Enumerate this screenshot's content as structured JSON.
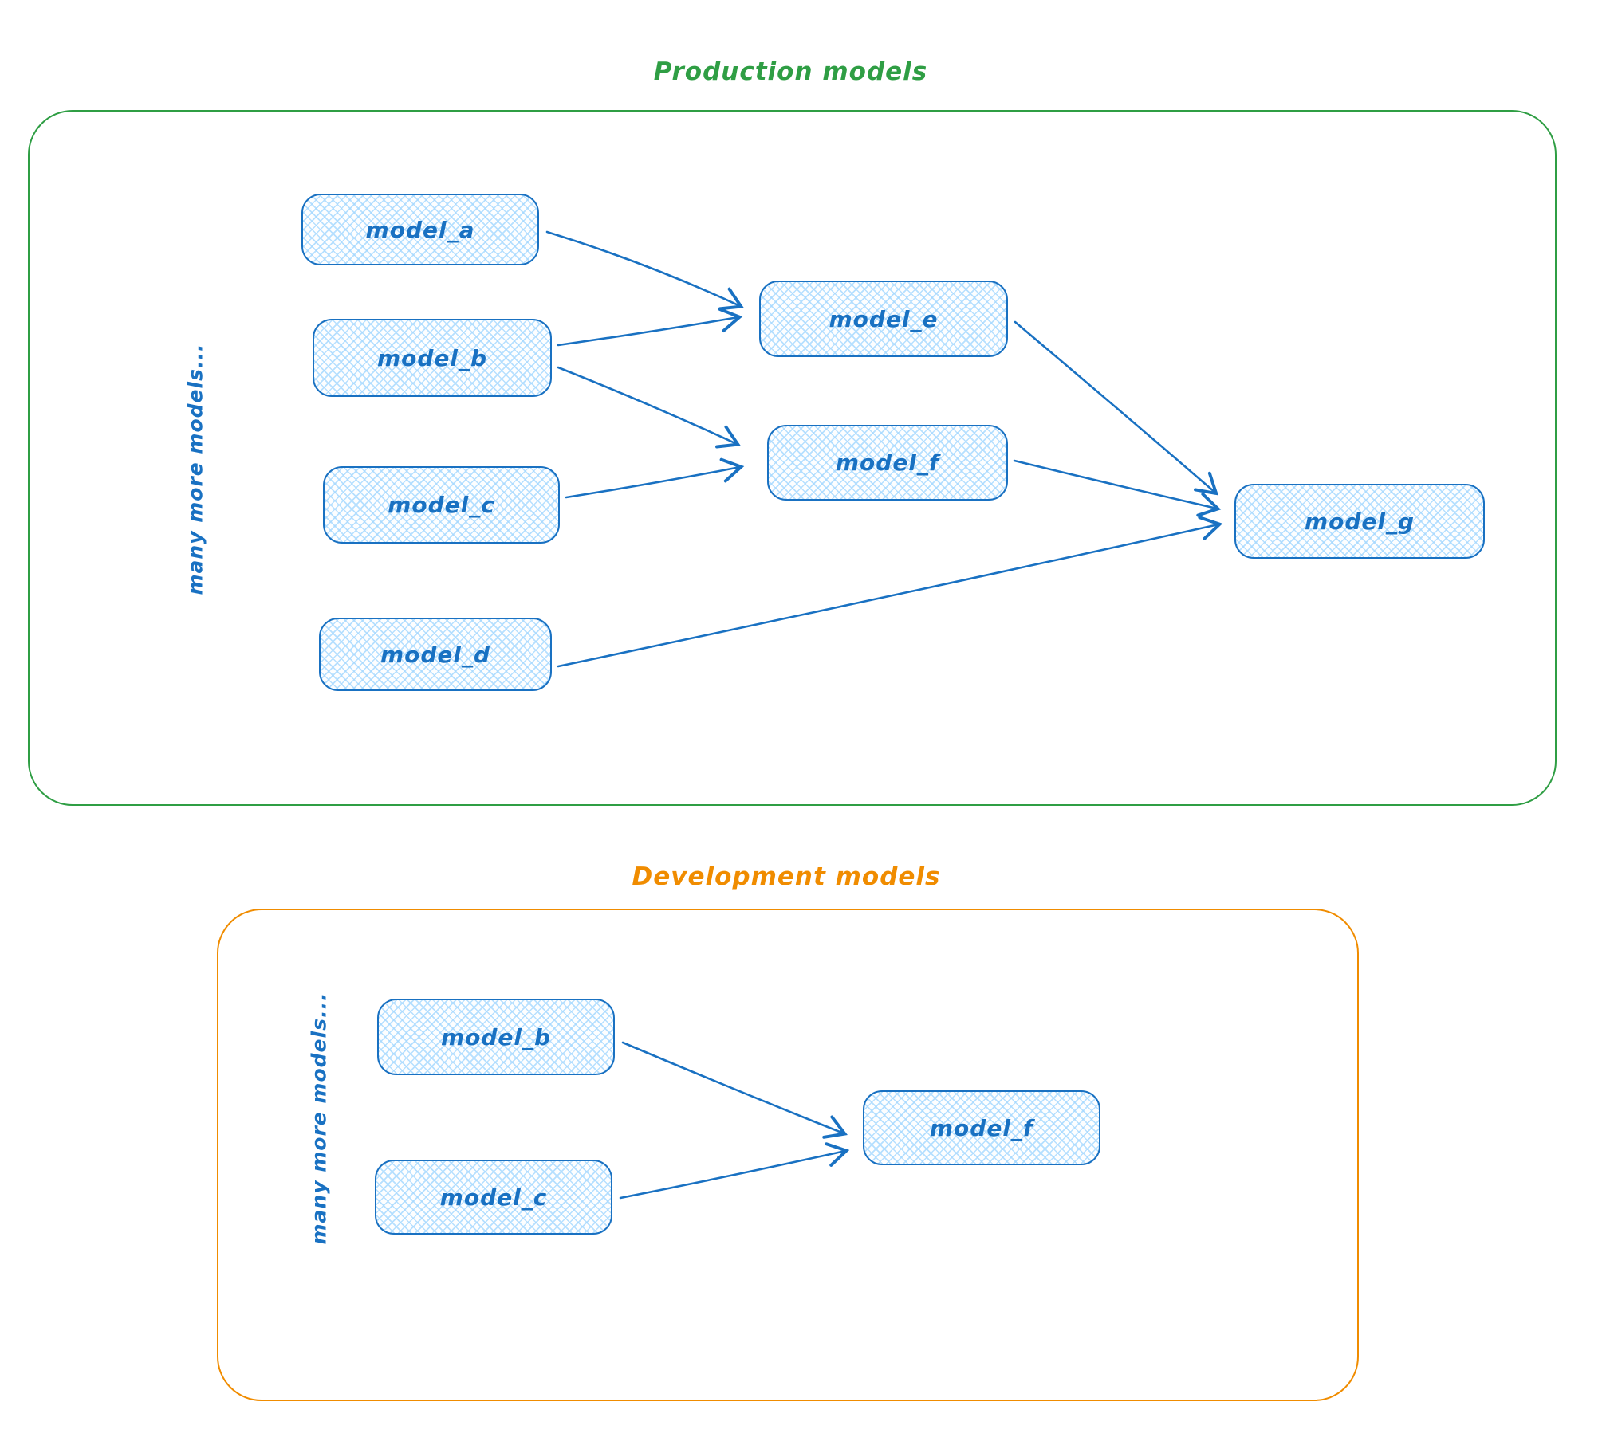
{
  "production": {
    "title": "Production models",
    "side_note": "many more models...",
    "nodes": [
      {
        "id": "model_a",
        "label": "model_a"
      },
      {
        "id": "model_b",
        "label": "model_b"
      },
      {
        "id": "model_c",
        "label": "model_c"
      },
      {
        "id": "model_d",
        "label": "model_d"
      },
      {
        "id": "model_e",
        "label": "model_e"
      },
      {
        "id": "model_f",
        "label": "model_f"
      },
      {
        "id": "model_g",
        "label": "model_g"
      }
    ],
    "edges": [
      {
        "from": "model_a",
        "to": "model_e"
      },
      {
        "from": "model_b",
        "to": "model_e"
      },
      {
        "from": "model_b",
        "to": "model_f"
      },
      {
        "from": "model_c",
        "to": "model_f"
      },
      {
        "from": "model_e",
        "to": "model_g"
      },
      {
        "from": "model_f",
        "to": "model_g"
      },
      {
        "from": "model_d",
        "to": "model_g"
      }
    ]
  },
  "development": {
    "title": "Development models",
    "side_note": "many more models...",
    "nodes": [
      {
        "id": "model_b",
        "label": "model_b"
      },
      {
        "id": "model_c",
        "label": "model_c"
      },
      {
        "id": "model_f",
        "label": "model_f"
      }
    ],
    "edges": [
      {
        "from": "model_b",
        "to": "model_f"
      },
      {
        "from": "model_c",
        "to": "model_f"
      }
    ]
  },
  "colors": {
    "node_stroke": "#1971c2",
    "node_fill": "#a5d8ff",
    "arrow": "#1971c2",
    "production_border": "#2f9e44",
    "production_title": "#2f9e44",
    "development_border": "#f08c00",
    "development_title": "#f08c00"
  }
}
